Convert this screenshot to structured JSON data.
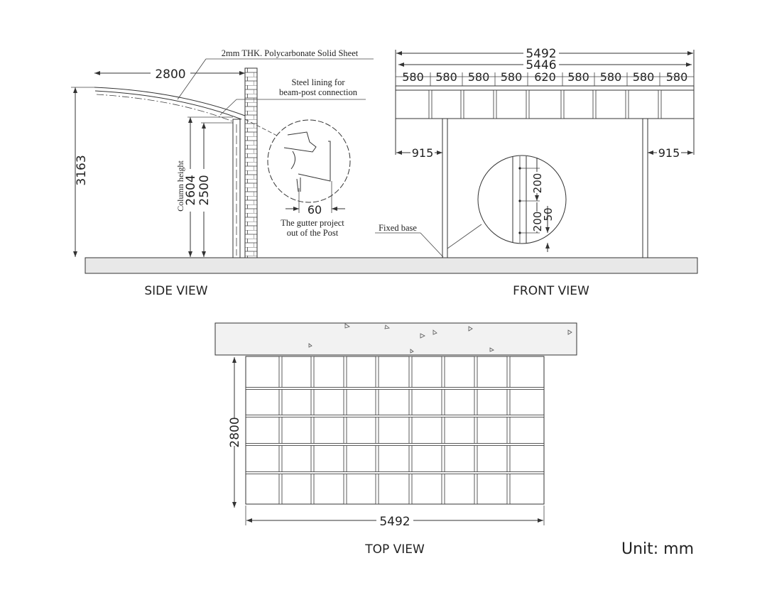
{
  "side_view": {
    "title": "SIDE VIEW",
    "sheet_label": "2mm THK. Polycarbonate Solid Sheet",
    "lining_label_1": "Steel lining for",
    "lining_label_2": "beam-post connection",
    "dim_depth": "2800",
    "dim_total_height": "3163",
    "dim_column_2604": "2604",
    "dim_column_2500": "2500",
    "column_height_label": "Column height",
    "dim_gutter": "60",
    "gutter_label_1": "The gutter project",
    "gutter_label_2": "out of the Post"
  },
  "front_view": {
    "title": "FRONT VIEW",
    "dim_total": "5492",
    "dim_inner": "5446",
    "segment_labels": [
      "580",
      "580",
      "580",
      "580",
      "620",
      "580",
      "580",
      "580",
      "580"
    ],
    "dim_left_overhang": "915",
    "dim_right_overhang": "915",
    "fixed_base_label": "Fixed base",
    "detail_dim_upper": "200",
    "detail_dim_lower": "200",
    "detail_dim_base": "50"
  },
  "top_view": {
    "title": "TOP VIEW",
    "dim_depth": "2800",
    "dim_width": "5492"
  },
  "unit_label": "Unit: mm"
}
